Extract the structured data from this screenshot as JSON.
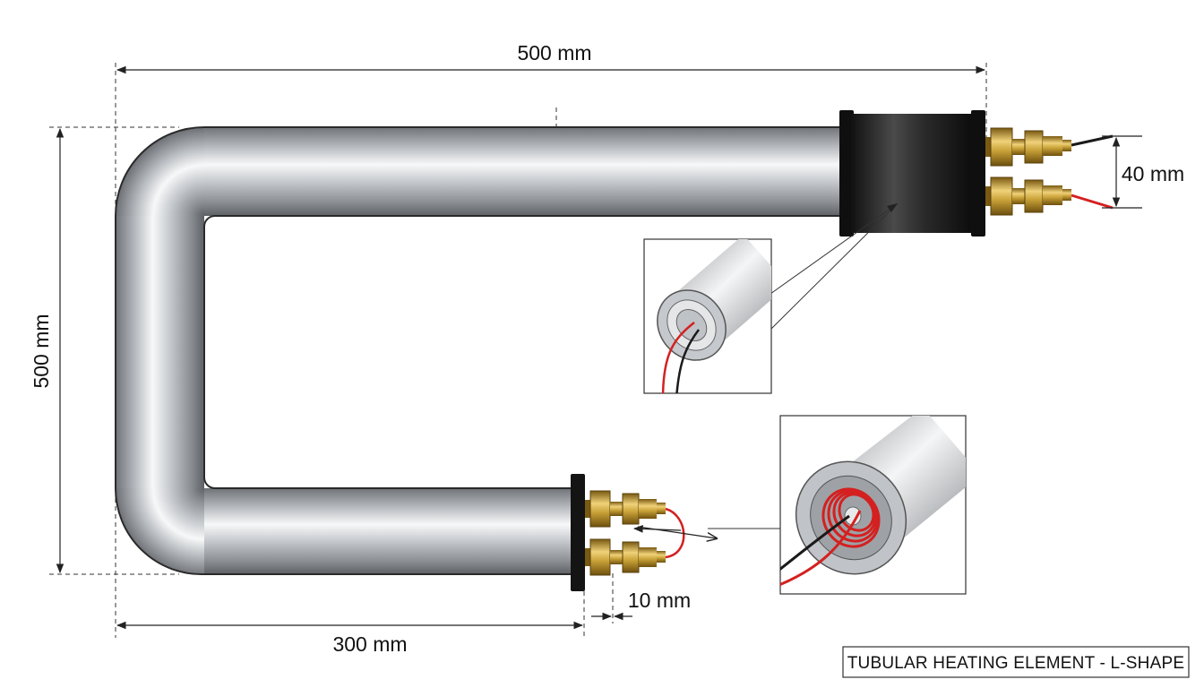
{
  "dimensions": {
    "overall_length": "500 mm",
    "overall_height": "500 mm",
    "terminal_spacing": "40 mm",
    "lower_leg_length": "300 mm",
    "terminal_gap": "10 mm"
  },
  "title": "TUBULAR HEATING ELEMENT - L-SHAPE",
  "colors": {
    "sheath": "#b8bcc0",
    "brass": "#c9a238",
    "flange": "#1a1a1a",
    "wire_red": "#d42020",
    "wire_black": "#1a1a1a",
    "dimension_line": "#222222"
  },
  "callouts": [
    {
      "name": "tube-end-detail",
      "depicts": "cut-tube-end-icon"
    },
    {
      "name": "coil-detail",
      "depicts": "heating-coil-icon"
    }
  ]
}
